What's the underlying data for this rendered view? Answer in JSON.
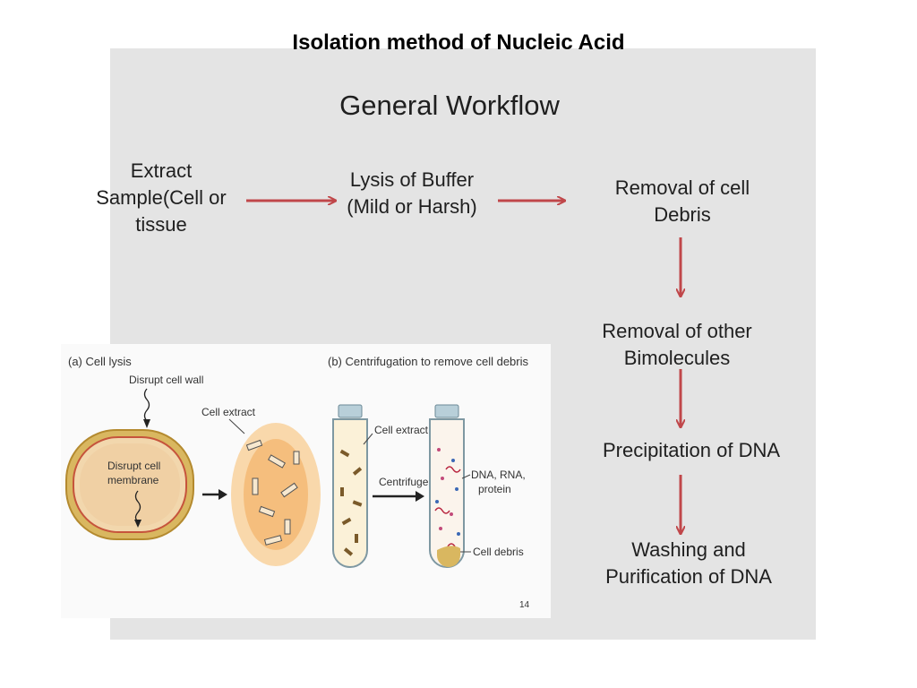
{
  "title": "Isolation method of Nucleic Acid",
  "subtitle": "General Workflow",
  "steps": [
    {
      "text": "Extract Sample(Cell or tissue"
    },
    {
      "text": "Lysis of Buffer (Mild or Harsh)"
    },
    {
      "text": "Removal of  cell Debris"
    },
    {
      "text": "Removal of  other Bimolecules"
    },
    {
      "text": "Precipitation of  DNA"
    },
    {
      "text": "Washing and Purification of DNA"
    }
  ],
  "colors": {
    "arrow": "#c0474a",
    "panel": "#e4e4e4",
    "cell_fill": "#f2d7ad",
    "cell_wall": "#c9a24a",
    "extract_fill": "#f6b86a"
  },
  "illustration": {
    "label_a": "(a) Cell lysis",
    "label_b": "(b) Centrifugation to remove cell debris",
    "disrupt_wall": "Disrupt cell wall",
    "disrupt_membrane_1": "Disrupt cell",
    "disrupt_membrane_2": "membrane",
    "cell_extract": "Cell extract",
    "cell_extract_tube": "Cell extract",
    "centrifuge": "Centrifuge",
    "dna_rna_1": "DNA, RNA,",
    "dna_rna_2": "protein",
    "cell_debris": "Cell debris",
    "page_number": "14"
  }
}
